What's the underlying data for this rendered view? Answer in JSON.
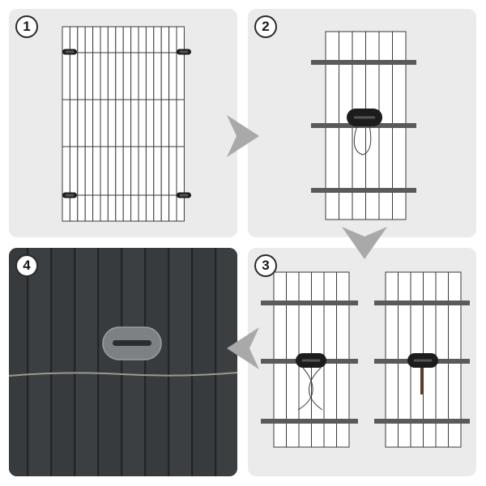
{
  "steps": [
    {
      "number": "1"
    },
    {
      "number": "2"
    },
    {
      "number": "3"
    },
    {
      "number": "4"
    }
  ],
  "colors": {
    "panel_bg": "#ebebeb",
    "mesh_line": "#3a3a3a",
    "slat_fill": "#ffffff",
    "bar": "#5a5a5a",
    "clip": "#1c1c1c",
    "arrow": "#a9a9a9",
    "screen_bg": "#333638",
    "clip_gray": "#7e8184",
    "screw": "#5a3a28"
  },
  "icons": {
    "arrow": "chevron-right-arrow",
    "clip": "fixing-clip-icon"
  }
}
